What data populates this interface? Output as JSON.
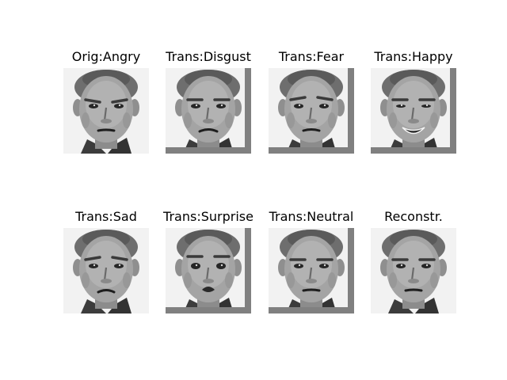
{
  "figure": {
    "background": "#ffffff",
    "panels": [
      {
        "title": "Orig:Angry",
        "expression": "angry",
        "border": false
      },
      {
        "title": "Trans:Disgust",
        "expression": "disgust",
        "border": true
      },
      {
        "title": "Trans:Fear",
        "expression": "fear",
        "border": true
      },
      {
        "title": "Trans:Happy",
        "expression": "happy",
        "border": true
      },
      {
        "title": "Trans:Sad",
        "expression": "sad",
        "border": false
      },
      {
        "title": "Trans:Surprise",
        "expression": "surprise",
        "border": true
      },
      {
        "title": "Trans:Neutral",
        "expression": "neutral",
        "border": true
      },
      {
        "title": "Reconstr.",
        "expression": "neutral",
        "border": false
      }
    ],
    "colors": {
      "border_gray": "#808080",
      "image_background": "#f2f2f2"
    }
  }
}
